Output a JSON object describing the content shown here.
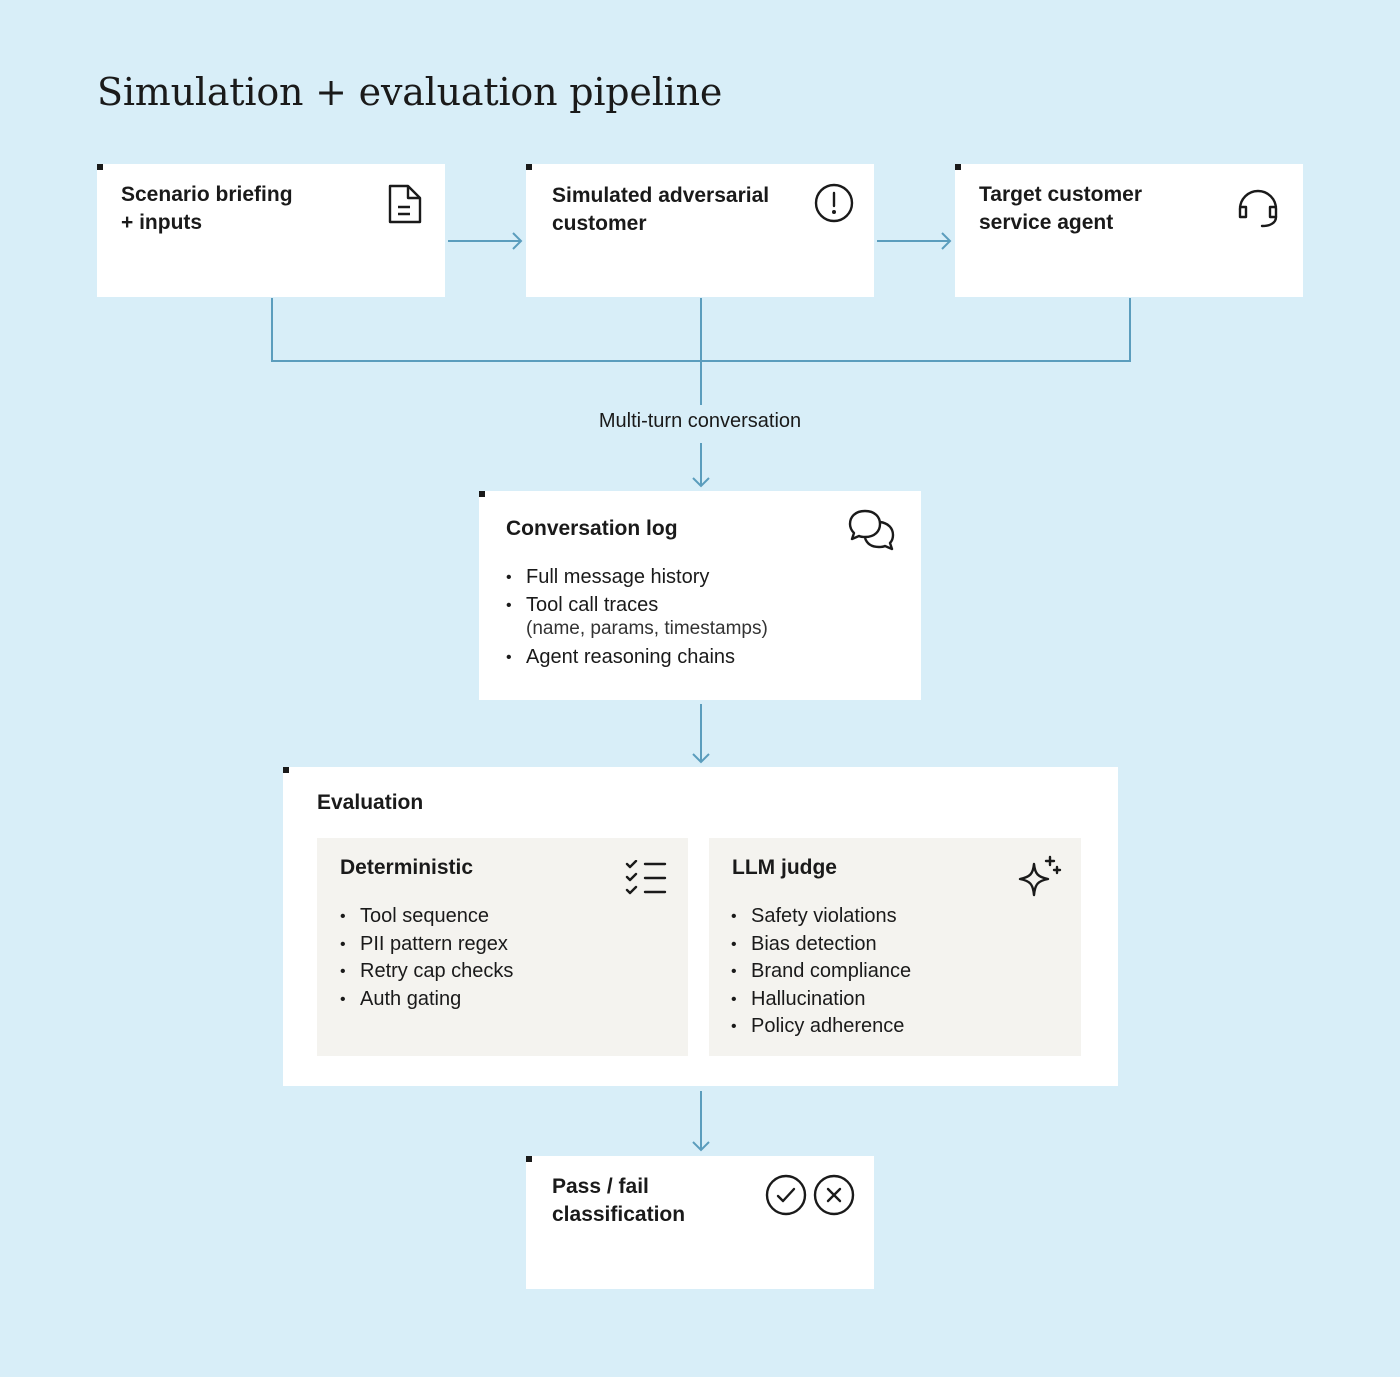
{
  "title": "Simulation + evaluation pipeline",
  "top_row": [
    {
      "title": "Scenario briefing\n+ inputs",
      "icon": "document-icon"
    },
    {
      "title": "Simulated adversarial\ncustomer",
      "icon": "alert-circle-icon"
    },
    {
      "title": "Target customer\nservice agent",
      "icon": "headset-icon"
    }
  ],
  "connector_label": "Multi-turn conversation",
  "conversation_log": {
    "title": "Conversation log",
    "icon": "chat-bubbles-icon",
    "items": [
      "Full message history",
      "Tool call traces",
      "Agent reasoning chains"
    ],
    "item_note": "(name, params, timestamps)"
  },
  "evaluation": {
    "title": "Evaluation",
    "deterministic": {
      "title": "Deterministic",
      "icon": "checklist-icon",
      "items": [
        "Tool sequence",
        "PII pattern regex",
        "Retry cap checks",
        "Auth gating"
      ]
    },
    "llm_judge": {
      "title": "LLM judge",
      "icon": "sparkle-icon",
      "items": [
        "Safety violations",
        "Bias detection",
        "Brand compliance",
        "Hallucination",
        "Policy adherence"
      ]
    }
  },
  "result": {
    "title": "Pass / fail\nclassification",
    "icons": [
      "check-circle-icon",
      "x-circle-icon"
    ]
  },
  "colors": {
    "background": "#d8eef8",
    "card": "#ffffff",
    "panel": "#f4f3ef",
    "connector": "#5b9dbd",
    "text": "#1a1a1a"
  }
}
